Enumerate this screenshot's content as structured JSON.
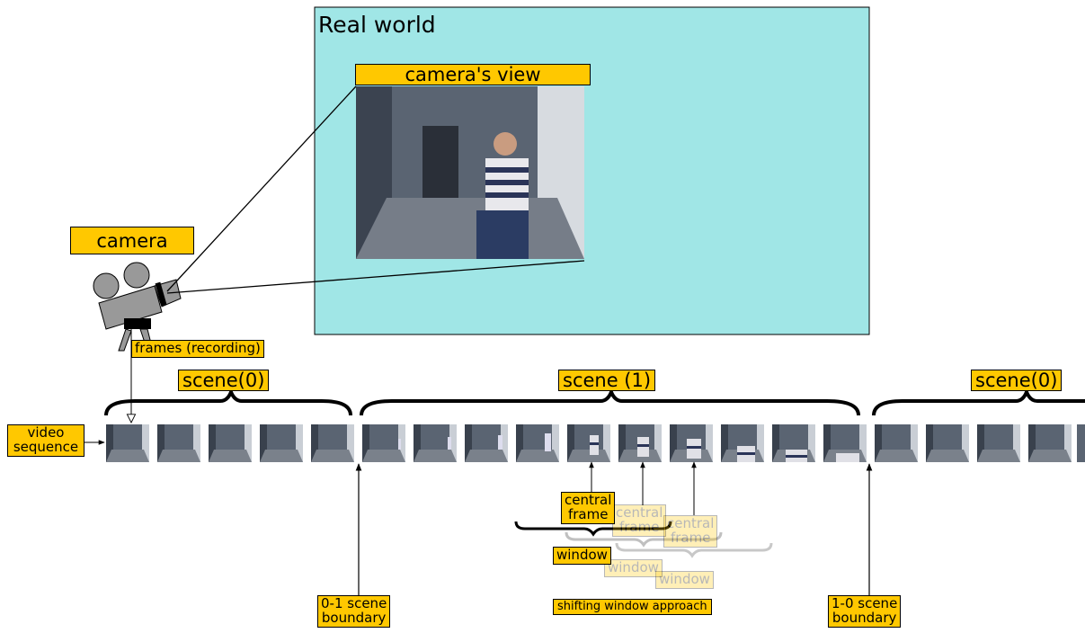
{
  "real_world": {
    "title": "Real world"
  },
  "camera_view": {
    "label": "camera's view"
  },
  "camera": {
    "label": "camera"
  },
  "recording": {
    "label": "frames (recording)"
  },
  "scenes": [
    {
      "label": "scene(0)"
    },
    {
      "label": "scene (1)"
    },
    {
      "label": "scene(0)"
    }
  ],
  "video_sequence": {
    "line1": "video",
    "line2": "sequence"
  },
  "windowing": {
    "central_frame_line1": "central",
    "central_frame_line2": "frame",
    "window_label": "window",
    "approach_label": "shifting window approach"
  },
  "boundaries": [
    {
      "line1": "0-1 scene",
      "line2": "boundary"
    },
    {
      "line1": "1-0 scene",
      "line2": "boundary"
    }
  ],
  "colors": {
    "label_fill": "#ffc800",
    "real_world_fill": "#a0e6e6",
    "camera_body": "#999999",
    "frame_bg": "#5a6472"
  }
}
